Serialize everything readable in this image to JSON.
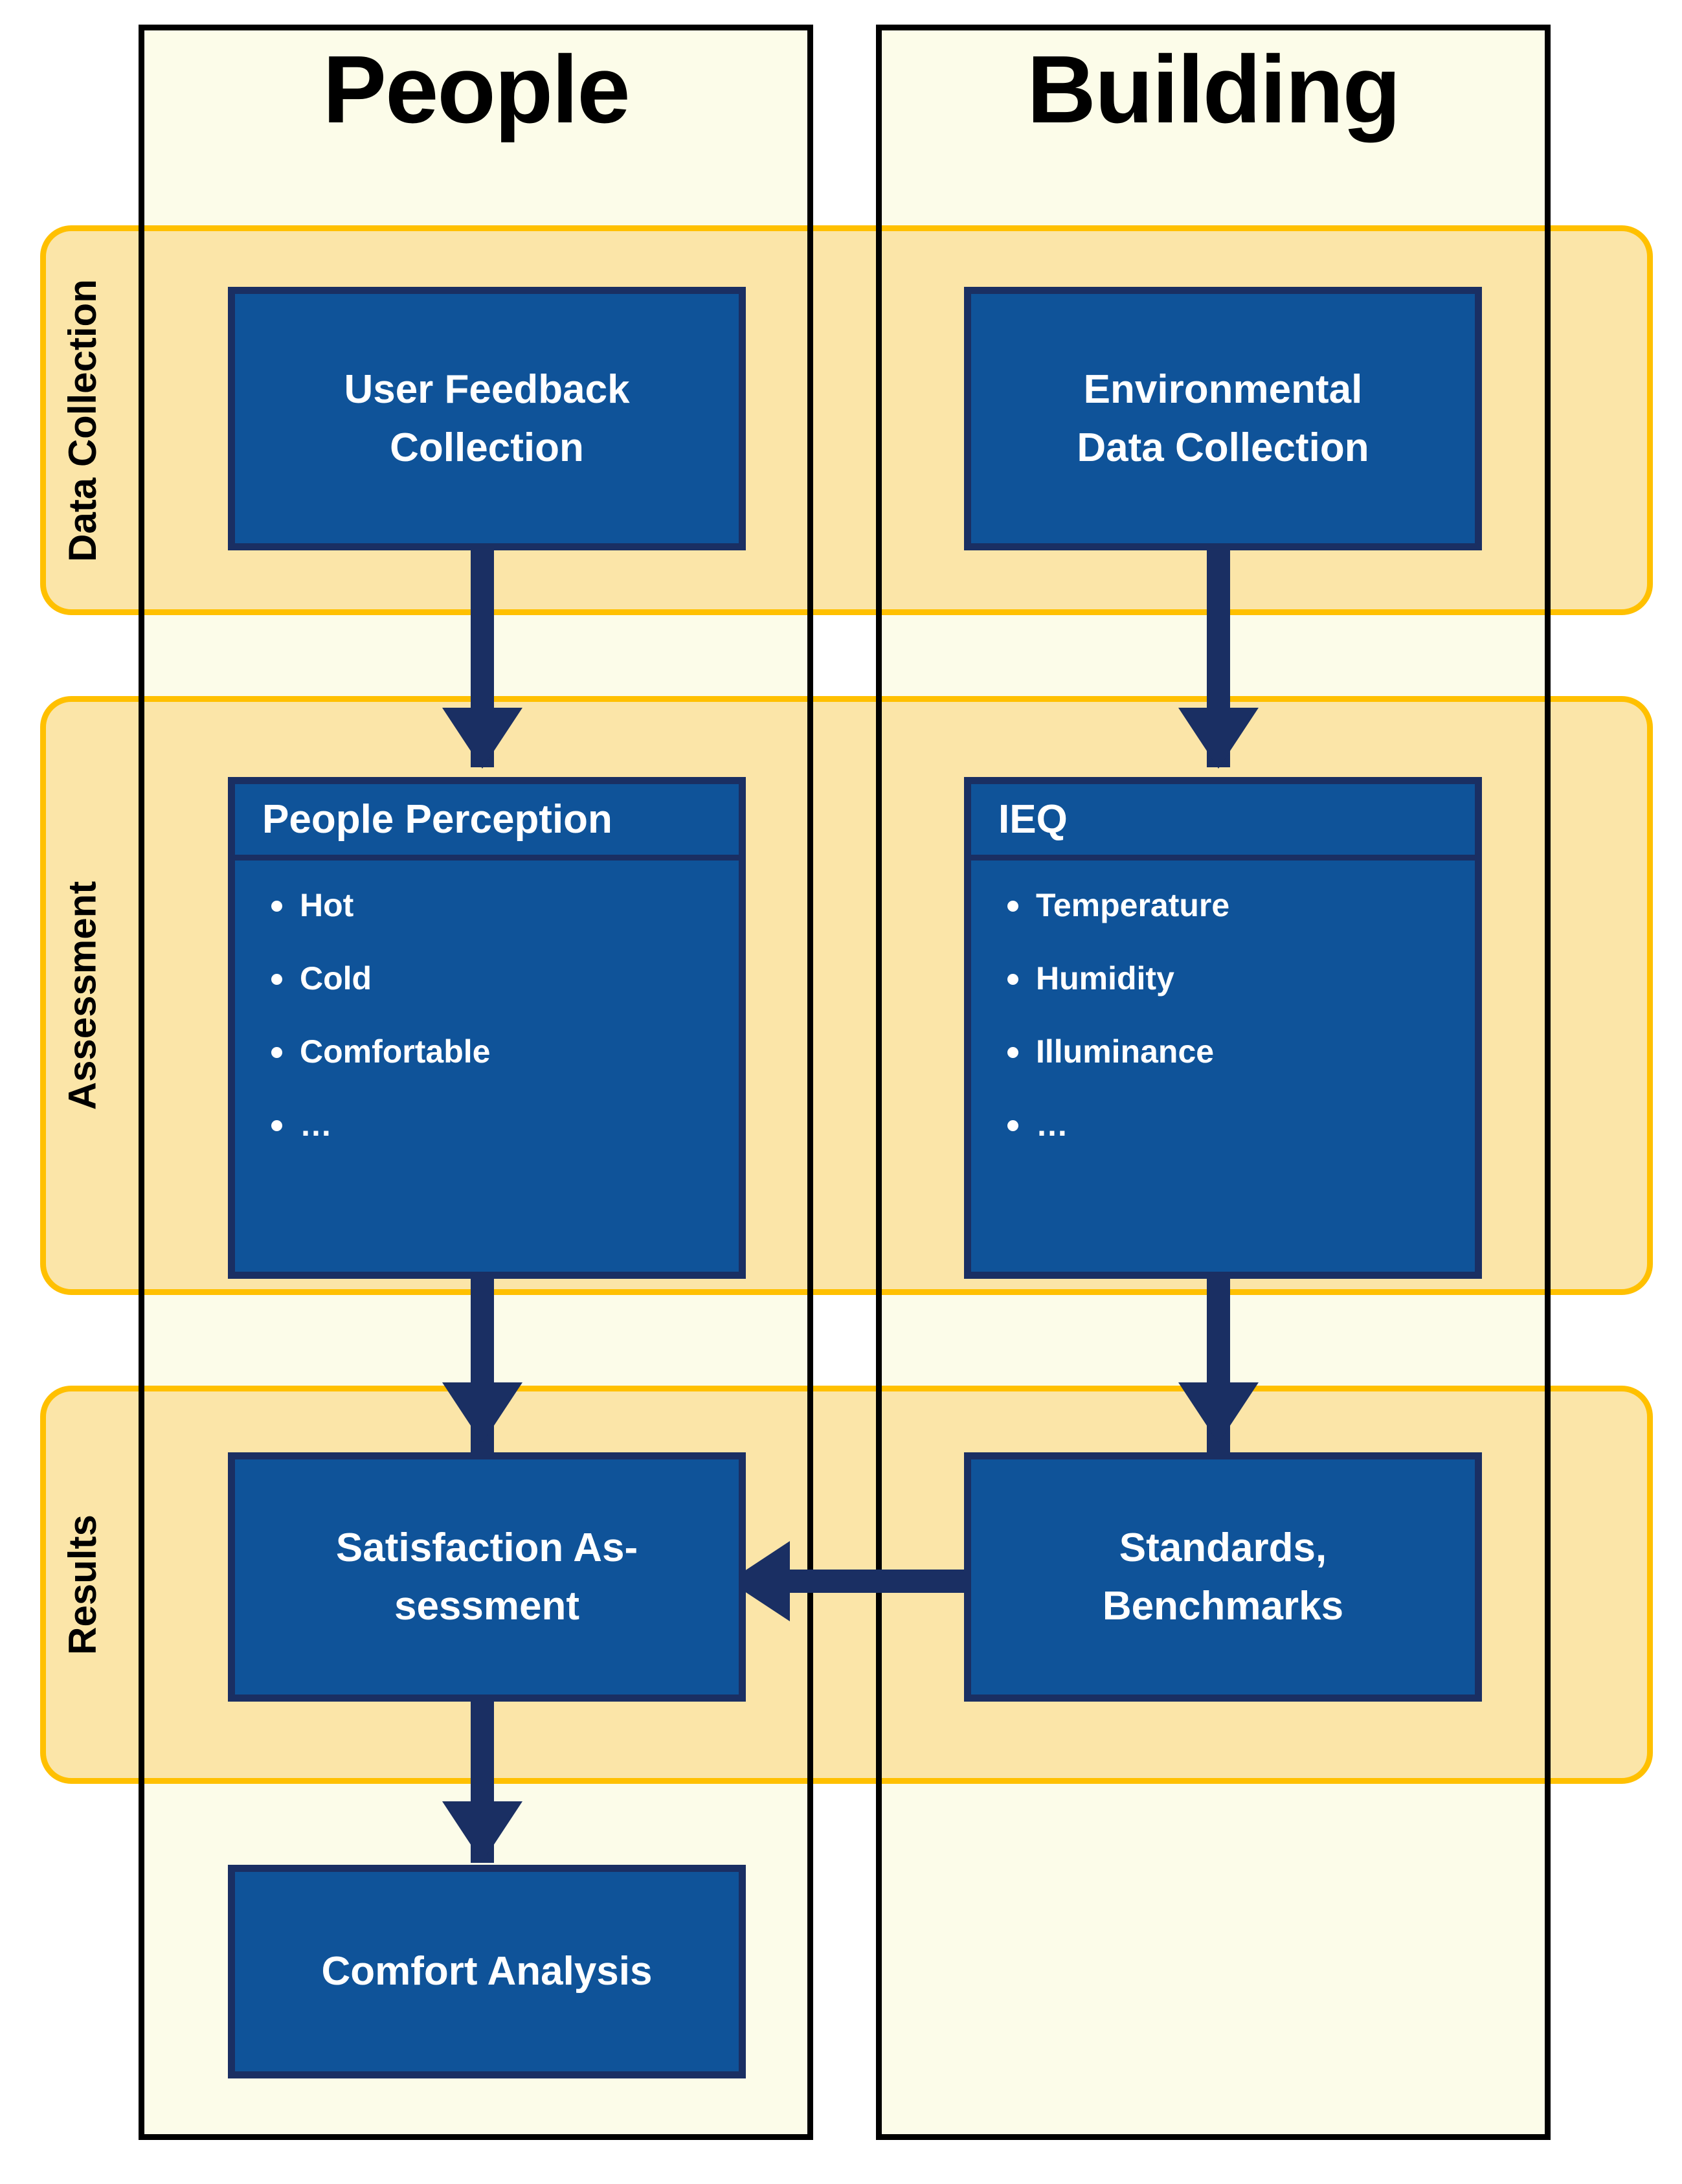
{
  "diagram": {
    "columns": [
      {
        "id": "people",
        "title": "People"
      },
      {
        "id": "building",
        "title": "Building"
      }
    ],
    "bands": [
      {
        "id": "data-collection",
        "label": "Data Collection"
      },
      {
        "id": "assessment",
        "label": "Assessment"
      },
      {
        "id": "results",
        "label": "Results"
      }
    ],
    "nodes": {
      "user_feedback_collection": {
        "line1": "User Feedback",
        "line2": "Collection"
      },
      "environmental_data_collection": {
        "line1": "Environmental",
        "line2": "Data Collection"
      },
      "people_perception": {
        "title": "People Perception",
        "items": [
          "Hot",
          "Cold",
          "Comfortable",
          "…"
        ]
      },
      "ieq": {
        "title": "IEQ",
        "items": [
          "Temperature",
          "Humidity",
          "Illuminance",
          "…"
        ]
      },
      "satisfaction_assessment": {
        "line1": "Satisfaction As-",
        "line2": "sessment"
      },
      "standards_benchmarks": {
        "line1": "Standards,",
        "line2": "Benchmarks"
      },
      "comfort_analysis": {
        "line1": "Comfort Analysis",
        "line2": ""
      }
    },
    "edges": [
      {
        "id": "uf-to-pp",
        "from": "user_feedback_collection",
        "to": "people_perception",
        "direction": "down"
      },
      {
        "id": "ed-to-ieq",
        "from": "environmental_data_collection",
        "to": "ieq",
        "direction": "down"
      },
      {
        "id": "pp-to-sa",
        "from": "people_perception",
        "to": "satisfaction_assessment",
        "direction": "down"
      },
      {
        "id": "ieq-to-sb",
        "from": "ieq",
        "to": "standards_benchmarks",
        "direction": "down"
      },
      {
        "id": "sb-to-sa",
        "from": "standards_benchmarks",
        "to": "satisfaction_assessment",
        "direction": "left"
      },
      {
        "id": "sa-to-ca",
        "from": "satisfaction_assessment",
        "to": "comfort_analysis",
        "direction": "down"
      }
    ],
    "colors": {
      "column_fill": "#FCFCE9",
      "column_border": "#000000",
      "band_fill": "#FBE5A8",
      "band_border": "#FFC000",
      "node_fill": "#0F5399",
      "node_border": "#1A2F63",
      "node_text": "#FFFFFF",
      "arrow": "#1A2F63"
    }
  }
}
